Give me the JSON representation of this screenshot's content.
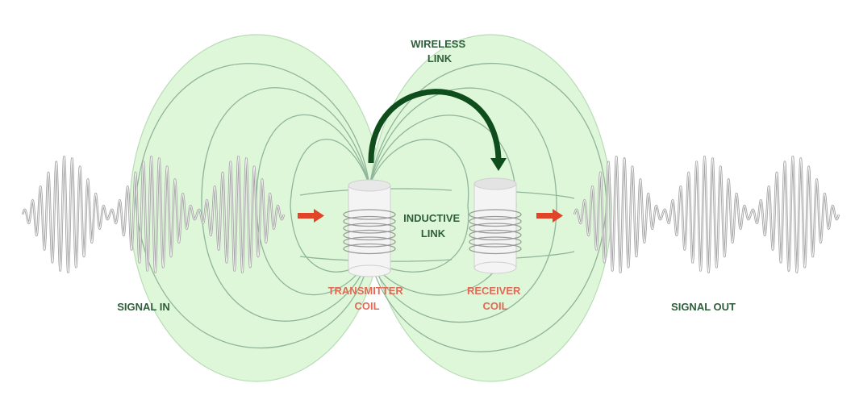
{
  "diagram": {
    "title": "Wireless inductive link",
    "labels": {
      "wireless_link": [
        "WIRELESS",
        "LINK"
      ],
      "inductive_link": [
        "INDUCTIVE",
        "LINK"
      ],
      "transmitter_coil": [
        "TRANSMITTER",
        "COIL"
      ],
      "receiver_coil": [
        "RECEIVER",
        "COIL"
      ],
      "signal_in": "SIGNAL IN",
      "signal_out": "SIGNAL OUT"
    },
    "colors": {
      "field_fill": "#dff7d9",
      "field_line": "#8fb59a",
      "wireless_arrow": "#0f4d1c",
      "flow_arrow": "#e0452a",
      "label_green": "#2f5e3a",
      "label_red": "#e06a55",
      "signal_wave": "#a3a3a3",
      "coil_body": "#f4f4f4"
    },
    "signal": {
      "bursts_in": 3,
      "bursts_out": 3,
      "cycles_per_burst": 9
    },
    "icons": [
      "flow-arrow-icon",
      "flow-arrow-icon",
      "wireless-arrow-icon"
    ]
  }
}
